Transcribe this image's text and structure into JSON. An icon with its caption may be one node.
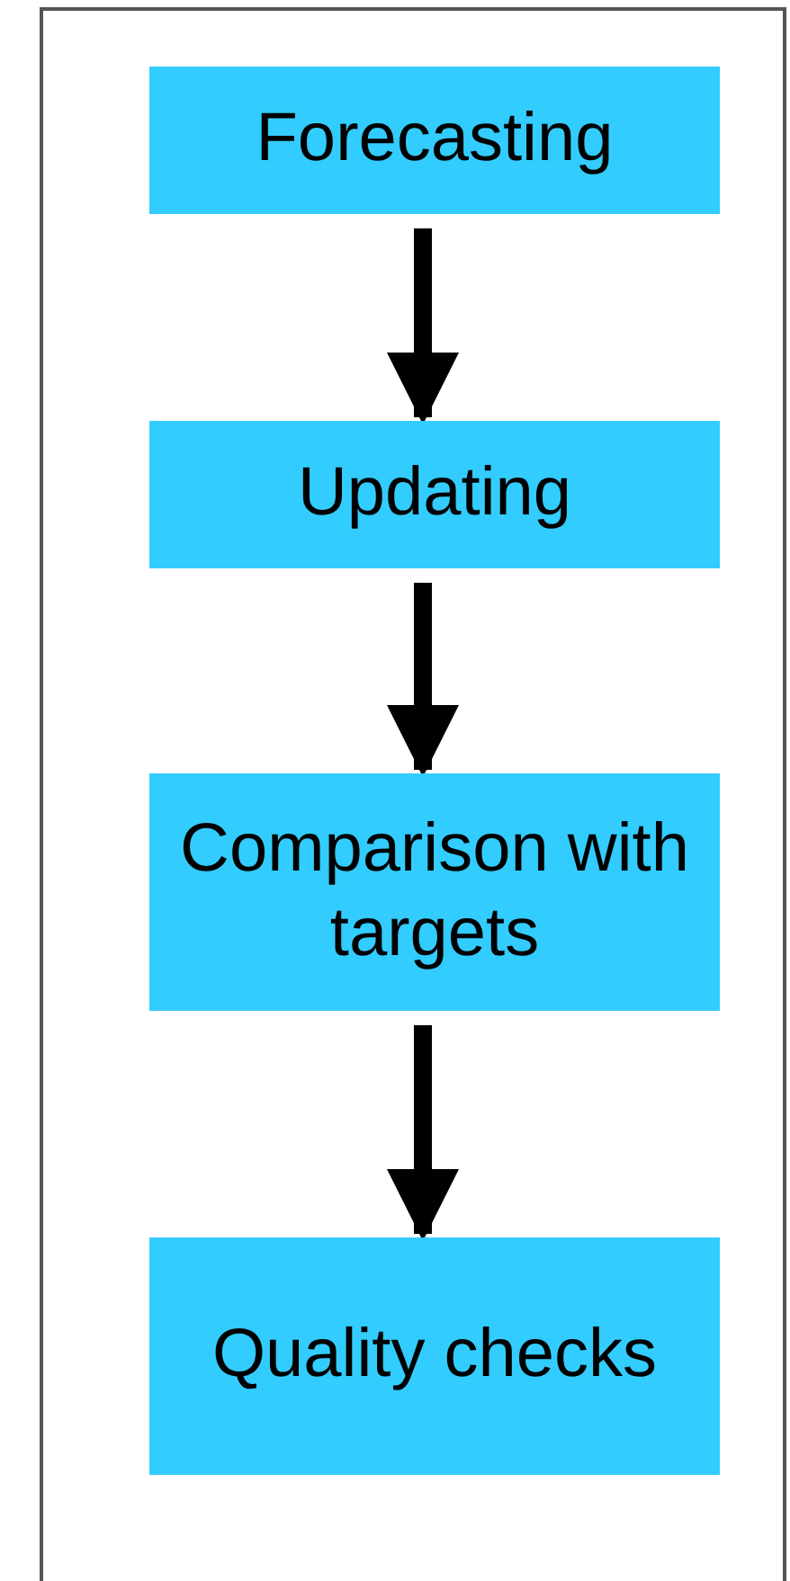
{
  "diagram": {
    "nodes": [
      {
        "text": [
          "Forecasting"
        ]
      },
      {
        "text": [
          "Updating"
        ]
      },
      {
        "text": [
          "Comparison with targets"
        ]
      },
      {
        "text": [
          "Quality checks"
        ]
      }
    ],
    "edges": [
      {
        "from": 0,
        "to": 1,
        "arrow": "to"
      },
      {
        "from": 1,
        "to": 2,
        "arrow": "to"
      },
      {
        "from": 2,
        "to": 3,
        "arrow": "to"
      }
    ]
  }
}
